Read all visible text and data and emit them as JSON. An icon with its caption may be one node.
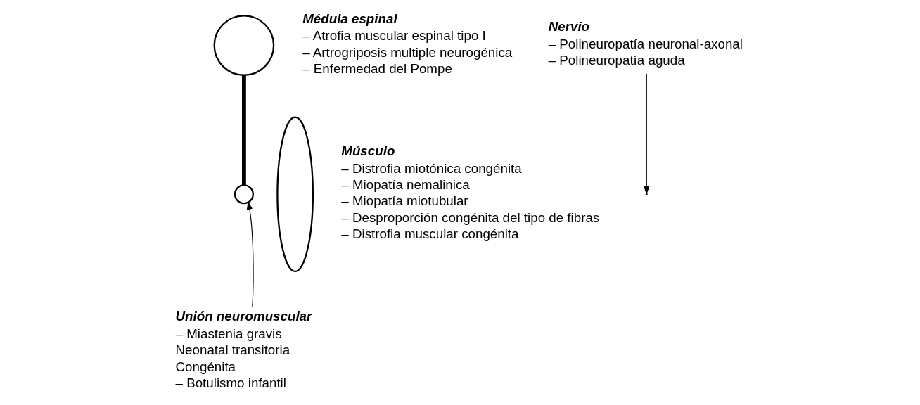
{
  "diagram": {
    "nodes": [
      {
        "text": [],
        "shape": "circle",
        "beside": [
          "Médula espinal",
          "– Atrofia muscular espinal tipo I",
          "– Artrogriposis multiple neurogénica",
          "– Enfermedad del Pompe"
        ]
      },
      {
        "text": [
          "Nervio",
          "– Polineuropatía neuronal-axonal",
          "– Polineuropatía aguda"
        ]
      },
      {
        "text": [],
        "shape": "circle"
      },
      {
        "text": [
          "Unión neuromuscular",
          "– Miastenia gravis",
          "Neonatal transitoria",
          "Congénita",
          "– Botulismo infantil"
        ]
      },
      {
        "text": [],
        "shape": "ellipse",
        "beside": [
          "Músculo",
          "– Distrofia miotónica congénita",
          "– Miopatía nemalinica",
          "– Miopatía miotubular",
          "– Desproporción congénita del tipo de fibras",
          "– Distrofia muscular congénita"
        ]
      }
    ],
    "edges": [
      {
        "from": 0,
        "to": 2,
        "arrow": "none",
        "style": "thick"
      },
      {
        "from": 1,
        "to": null,
        "arrow": "to"
      },
      {
        "from": 3,
        "to": 2,
        "arrow": "to"
      }
    ]
  }
}
